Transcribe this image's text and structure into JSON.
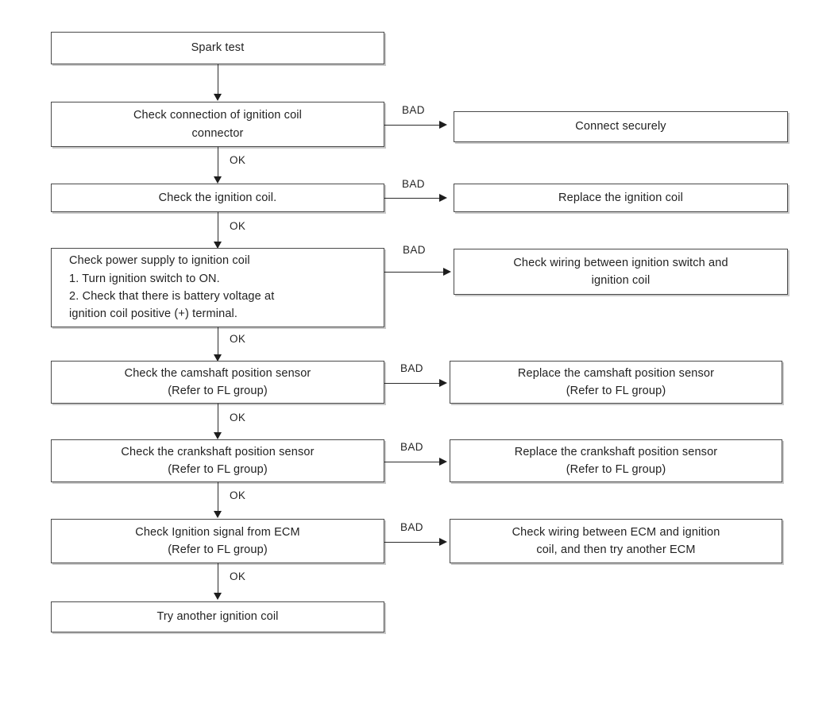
{
  "diagram": {
    "title": "Spark test troubleshooting flowchart",
    "labels": {
      "ok": "OK",
      "bad": "BAD"
    },
    "nodes": {
      "spark_test": "Spark test",
      "check_connection": "Check connection of ignition coil\nconnector",
      "connect_securely": "Connect securely",
      "check_coil": "Check the ignition coil.",
      "replace_coil": "Replace the ignition coil",
      "check_power_supply": "Check power supply to ignition coil\n 1. Turn ignition switch to ON.\n 2. Check that there is battery voltage at\n     ignition coil positive (+) terminal.",
      "check_wiring_switch": "Check wiring between ignition switch and\nignition coil",
      "check_camshaft": "Check the camshaft position sensor\n(Refer to FL group)",
      "replace_camshaft": "Replace the camshaft position sensor\n(Refer to FL group)",
      "check_crankshaft": "Check the crankshaft position sensor\n(Refer to FL group)",
      "replace_crankshaft": "Replace the crankshaft position sensor\n(Refer to FL group)",
      "check_ignition_signal": "Check Ignition signal from ECM\n(Refer to FL group)",
      "check_wiring_ecm": "Check wiring between ECM and ignition\ncoil, and then try another ECM",
      "try_another_coil": "Try another ignition coil"
    },
    "colors": {
      "box_border": "#4a4a4a",
      "box_shadow": "#c9c9c9",
      "line": "#2b2b2b",
      "text": "#222222",
      "background": "#ffffff"
    }
  }
}
